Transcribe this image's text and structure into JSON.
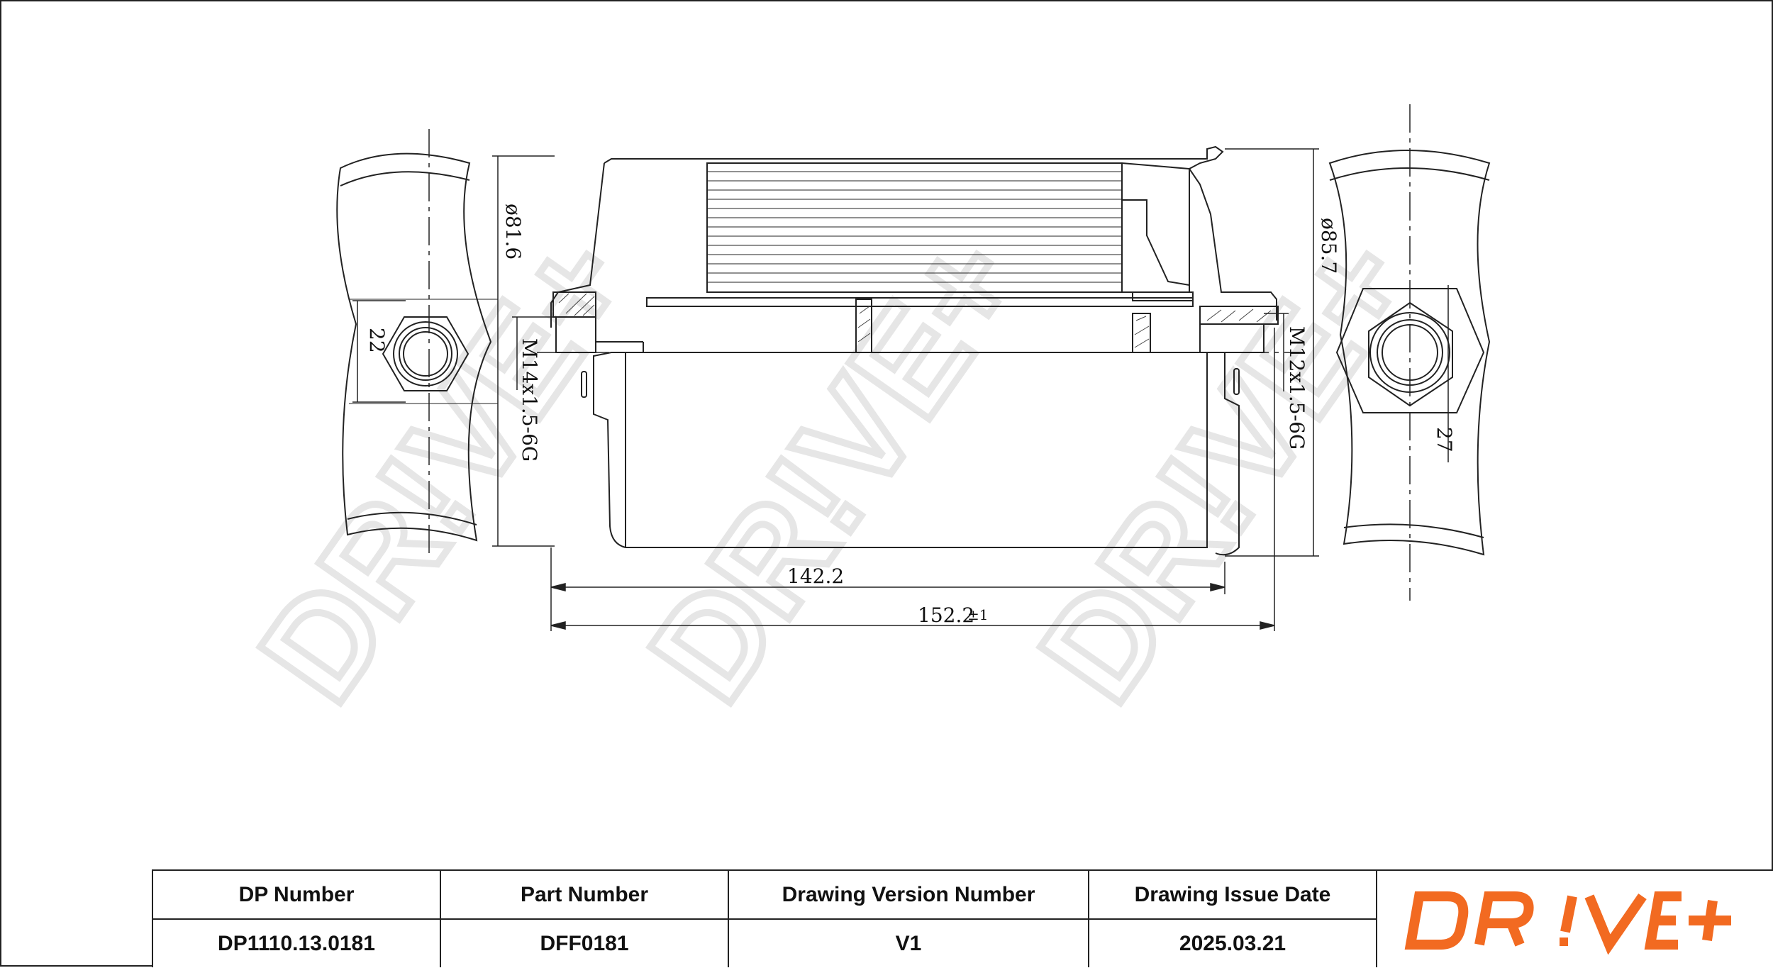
{
  "dimensions": {
    "left_dia": "ø81.6",
    "left_hex": "22",
    "left_thread": "M14x1.5-6G",
    "right_dia": "ø85.7",
    "right_thread": "M12x1.5-6G",
    "right_hex": "27",
    "length_body": "142.2",
    "length_total": "152.2",
    "length_tol": "±1"
  },
  "title_block": {
    "headers": [
      "DP Number",
      "Part Number",
      "Drawing Version Number",
      "Drawing Issue Date"
    ],
    "values": [
      "DP1110.13.0181",
      "DFF0181",
      "V1",
      "2025.03.21"
    ]
  },
  "logo": {
    "text": "DR!VE+",
    "color": "#f26a21"
  },
  "watermark": {
    "text": "DR!VE+"
  },
  "colors": {
    "line": "#222222",
    "accent": "#f26a21"
  }
}
